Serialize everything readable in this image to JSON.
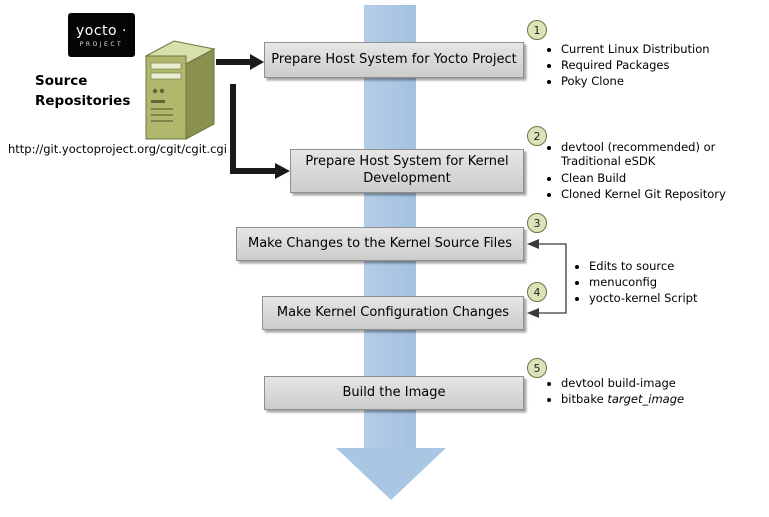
{
  "logo": {
    "title": "yocto ·",
    "subtitle": "PROJECT"
  },
  "source": {
    "label": "Source Repositories",
    "url": "http://git.yoctoproject.org/cgit/cgit.cgi"
  },
  "colors": {
    "arrow_blue": "#a9c6e3",
    "box_gray": "#d9d9d9",
    "circle_fill": "#dde3b8",
    "circle_border": "#6b7540",
    "server_olive": "#b0b86e"
  },
  "steps": [
    {
      "num": "1",
      "label": "Prepare Host System for Yocto Project",
      "bullets": [
        "Current Linux Distribution",
        "Required Packages",
        "Poky Clone"
      ]
    },
    {
      "num": "2",
      "label": "Prepare Host System for Kernel Development",
      "bullets": [
        "devtool (recommended) or Traditional eSDK",
        "Clean Build",
        "Cloned Kernel Git Repository"
      ]
    },
    {
      "num": "3",
      "label": "Make Changes to the Kernel Source Files",
      "bullets": []
    },
    {
      "num": "4",
      "label": "Make Kernel Configuration Changes",
      "bullets": []
    },
    {
      "num": "5",
      "label": "Build the Image",
      "bullets": [
        "devtool build-image"
      ],
      "bullet2_prefix": "bitbake ",
      "bullet2_italic": "target_image"
    }
  ],
  "shared_bullets": [
    "Edits to source",
    "menuconfig",
    "yocto-kernel Script"
  ]
}
